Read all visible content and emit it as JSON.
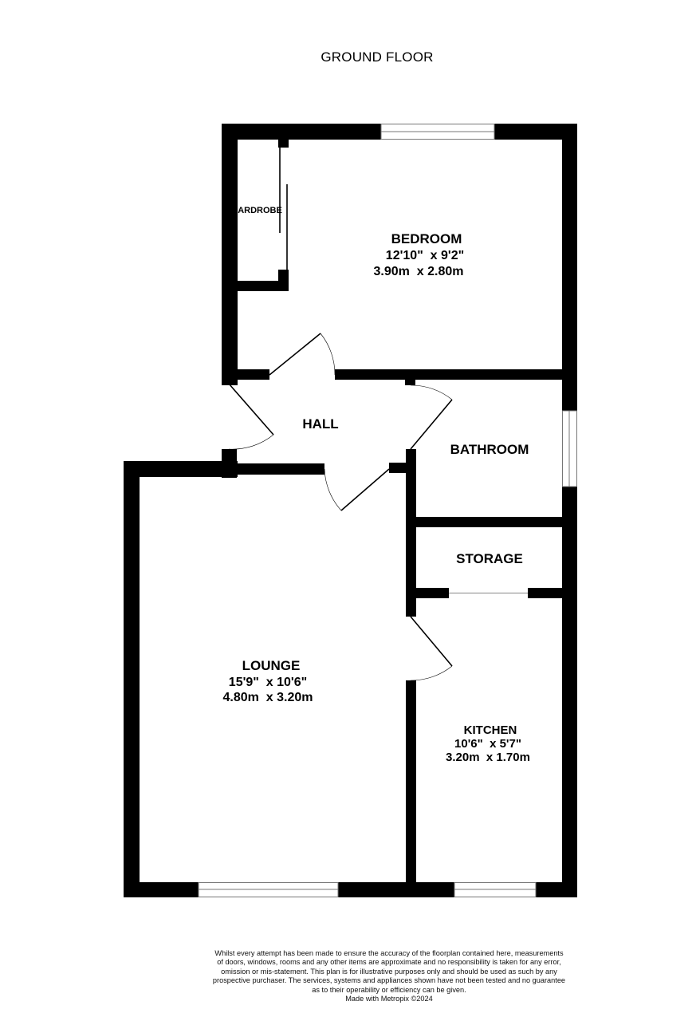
{
  "title": "GROUND FLOOR",
  "colors": {
    "wall": "#000000",
    "background": "#ffffff",
    "window_frame": "#888888"
  },
  "rooms": {
    "bedroom": {
      "name": "BEDROOM",
      "imperial": "12'10\"  x 9'2\"",
      "metric": "3.90m  x 2.80m"
    },
    "wardrobe": {
      "name": "ARDROBE"
    },
    "hall": {
      "name": "HALL"
    },
    "bathroom": {
      "name": "BATHROOM"
    },
    "storage": {
      "name": "STORAGE"
    },
    "lounge": {
      "name": "LOUNGE",
      "imperial": "15'9\"  x 10'6\"",
      "metric": "4.80m  x 3.20m"
    },
    "kitchen": {
      "name": "KITCHEN",
      "imperial": "10'6\"  x 5'7\"",
      "metric": "3.20m  x 1.70m"
    }
  },
  "disclaimer": {
    "lines": [
      "Whilst every attempt has been made to ensure the accuracy of the floorplan contained here, measurements",
      "of doors, windows, rooms and any other items are approximate and no responsibility is taken for any error,",
      "omission or mis-statement. This plan is for illustrative purposes only and should be used as such by any",
      "prospective purchaser. The services, systems and appliances shown have not been tested and no guarantee",
      "as to their operability or efficiency can be given."
    ],
    "credit": "Made with Metropix ©2024"
  }
}
